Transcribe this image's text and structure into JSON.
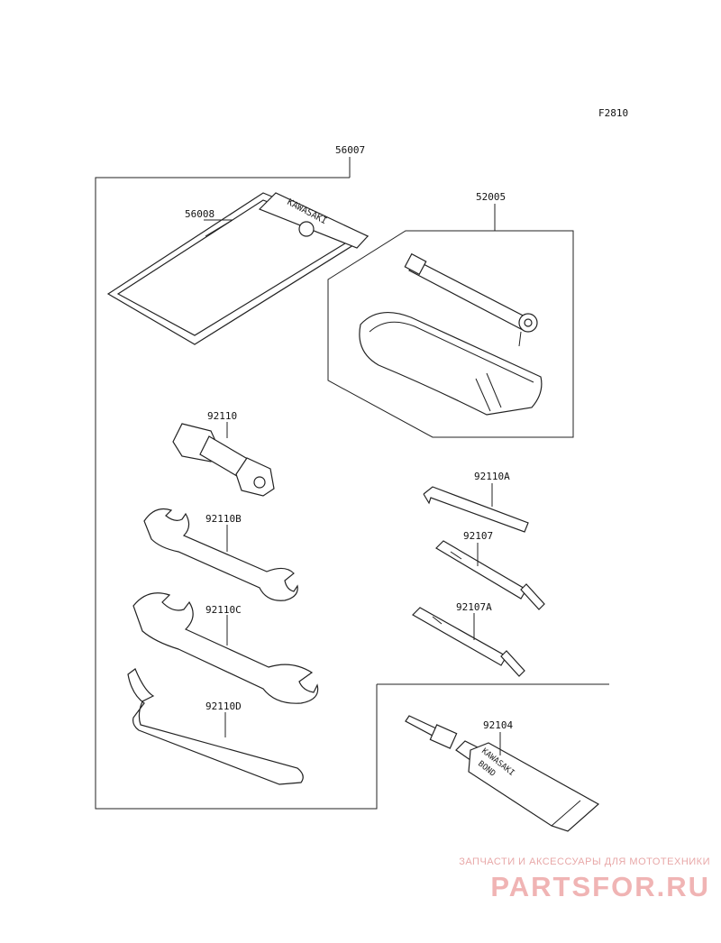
{
  "figure_code": "F2810",
  "labels": {
    "kit": "56007",
    "pouch": "56008",
    "pump_kit": "52005",
    "plug_wrench": "92110",
    "hex_key": "92110A",
    "wrench_b": "92110B",
    "screwdriver": "92107",
    "wrench_c": "92110C",
    "screwdriver_a": "92107A",
    "spanner_d": "92110D",
    "bond": "92104"
  },
  "printed_text": {
    "pouch_brand": "KAWASAKI",
    "tube_brand": "KAWASAKI",
    "tube_product": "BOND"
  },
  "watermark": {
    "line1": "ЗАПЧАСТИ И АКСЕССУАРЫ ДЛЯ МОТОТЕХНИКИ",
    "logo": "PARTSFOR.RU"
  }
}
